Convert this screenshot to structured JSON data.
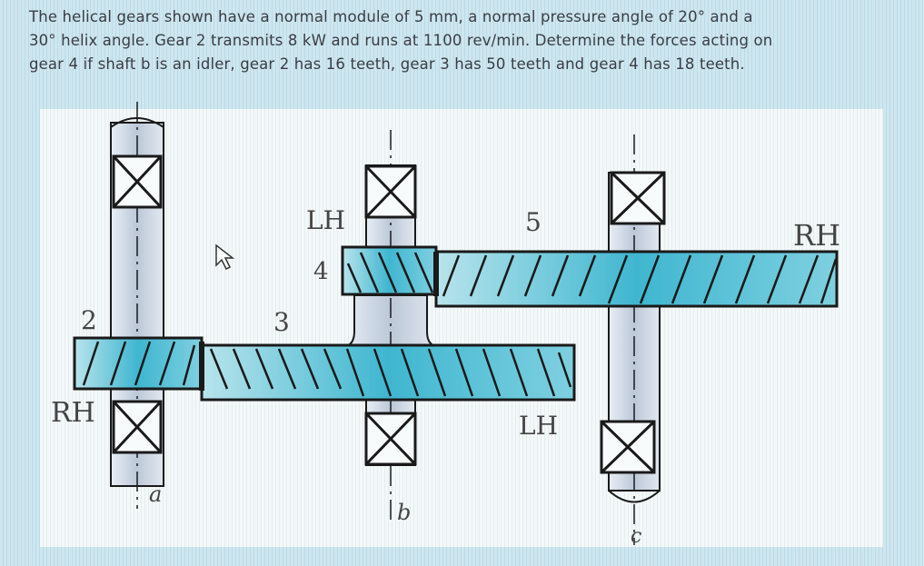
{
  "problem_statement": {
    "lines": [
      "The helical gears shown have a normal module of 5 mm, a normal pressure angle of 20° and a",
      "30° helix angle. Gear 2 transmits 8 kW and runs at 1100 rev/min. Determine the forces acting on",
      "gear 4 if shaft b is an idler, gear 2 has 16 teeth, gear 3 has 50 teeth and gear 4 has 18 teeth."
    ]
  },
  "figure": {
    "gear_labels": {
      "gear_2": "2",
      "gear_3": "3",
      "gear_4": "4",
      "gear_5": "5"
    },
    "hand_labels": {
      "gear_2_hand": "RH",
      "gear_3_hand": "LH",
      "gear_4_hand": "LH",
      "gear_5_hand": "RH"
    },
    "shaft_labels": {
      "shaft_a": "a",
      "shaft_b": "b",
      "shaft_c": "c"
    },
    "colors": {
      "outline": "#1a1a1a",
      "shaft_fill": "#c9d3e0",
      "gear_fill": "#5bc3d8",
      "gear_fill_light": "#a9e0ea",
      "label_color": "#444444"
    }
  }
}
